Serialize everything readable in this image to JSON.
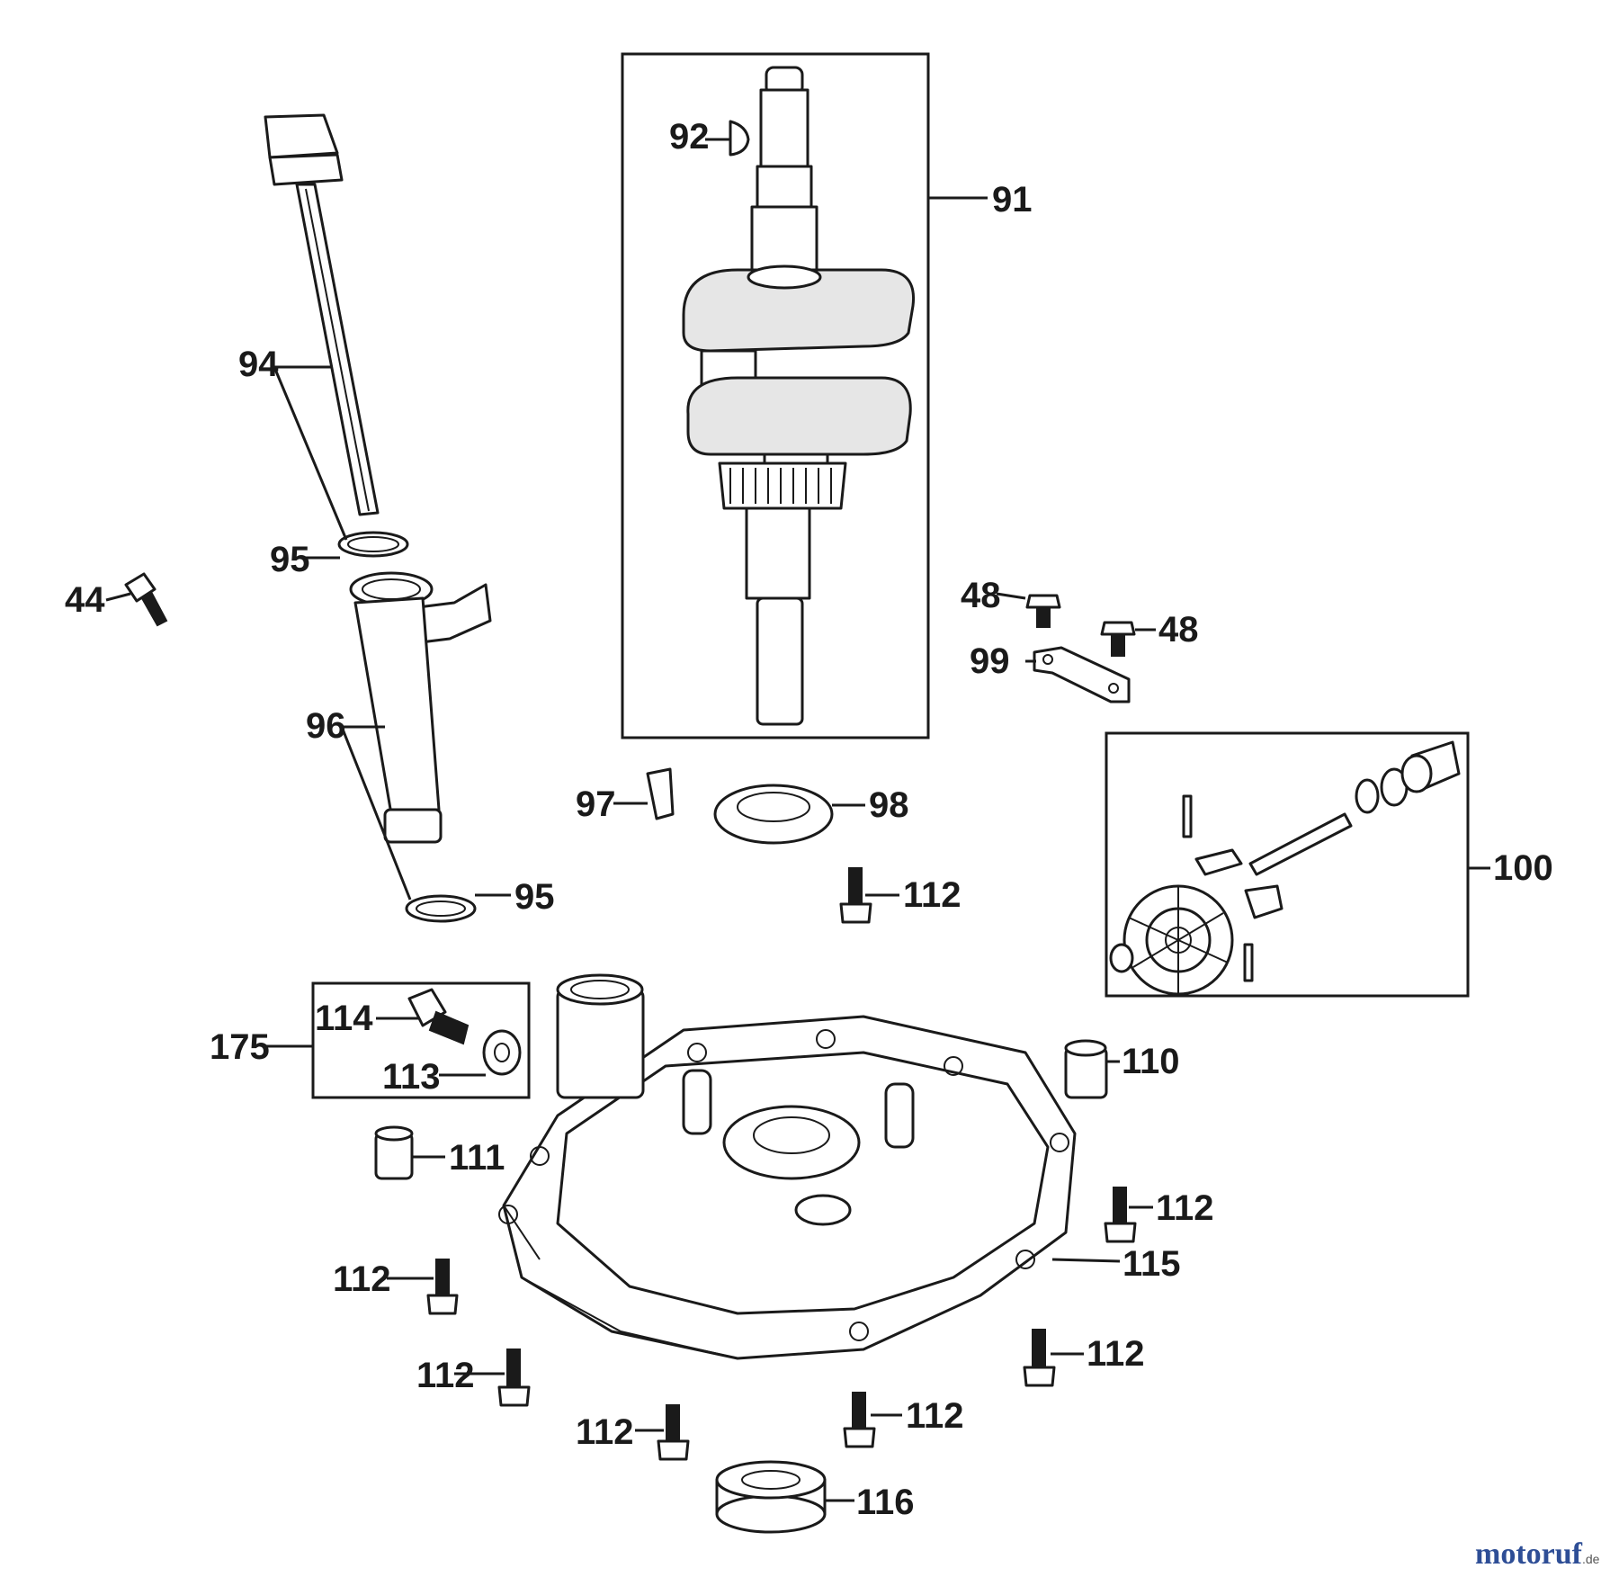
{
  "callouts": {
    "c91": "91",
    "c92": "92",
    "c94": "94",
    "c95a": "95",
    "c95b": "95",
    "c44": "44",
    "c96": "96",
    "c48a": "48",
    "c48b": "48",
    "c99": "99",
    "c97": "97",
    "c98": "98",
    "c100": "100",
    "c112a": "112",
    "c175": "175",
    "c114": "114",
    "c113": "113",
    "c110": "110",
    "c111": "111",
    "c112b": "112",
    "c115": "115",
    "c112c": "112",
    "c112d": "112",
    "c112e": "112",
    "c112f": "112",
    "c112g": "112",
    "c116": "116"
  },
  "watermark": {
    "brand": "motoruf",
    "tld": ".de"
  },
  "colors": {
    "ink": "#1a1a1a",
    "watermark_brand": "#2e4e96",
    "watermark_accent": "#e0a020"
  }
}
